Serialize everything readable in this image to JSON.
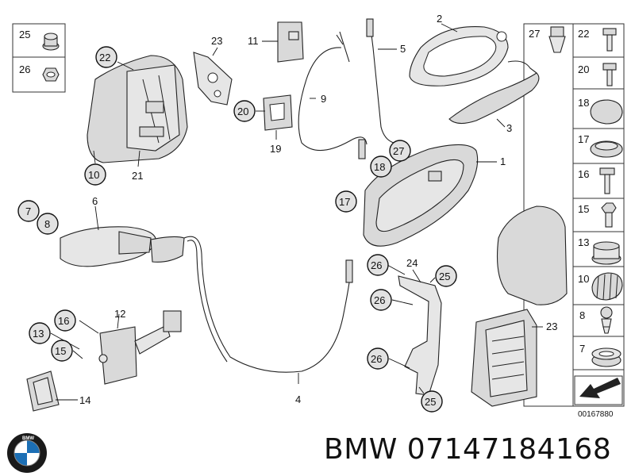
{
  "footer": {
    "brand_part_number": "BMW 07147184168",
    "reference_code": "00167880"
  },
  "logo": {
    "text": "BMW",
    "icon": "bmw-roundel-icon"
  },
  "callouts": [
    {
      "id": "c22a",
      "text": "22",
      "style": "circle"
    },
    {
      "id": "c10",
      "text": "10",
      "style": "circle"
    },
    {
      "id": "c21",
      "text": "21",
      "style": "plain"
    },
    {
      "id": "c23a",
      "text": "23",
      "style": "plain"
    },
    {
      "id": "c11",
      "text": "11",
      "style": "plain"
    },
    {
      "id": "c20a",
      "text": "20",
      "style": "circle"
    },
    {
      "id": "c19",
      "text": "19",
      "style": "plain"
    },
    {
      "id": "c9",
      "text": "9",
      "style": "plain"
    },
    {
      "id": "c5",
      "text": "5",
      "style": "plain"
    },
    {
      "id": "c2",
      "text": "2",
      "style": "plain"
    },
    {
      "id": "c3",
      "text": "3",
      "style": "plain"
    },
    {
      "id": "c1",
      "text": "1",
      "style": "plain"
    },
    {
      "id": "c27a",
      "text": "27",
      "style": "circle"
    },
    {
      "id": "c18a",
      "text": "18",
      "style": "circle"
    },
    {
      "id": "c17a",
      "text": "17",
      "style": "circle"
    },
    {
      "id": "c6",
      "text": "6",
      "style": "plain"
    },
    {
      "id": "c7a",
      "text": "7",
      "style": "circle"
    },
    {
      "id": "c8a",
      "text": "8",
      "style": "circle"
    },
    {
      "id": "c12",
      "text": "12",
      "style": "plain"
    },
    {
      "id": "c16a",
      "text": "16",
      "style": "circle"
    },
    {
      "id": "c13a",
      "text": "13",
      "style": "circle"
    },
    {
      "id": "c15a",
      "text": "15",
      "style": "circle"
    },
    {
      "id": "c14",
      "text": "14",
      "style": "plain"
    },
    {
      "id": "c4",
      "text": "4",
      "style": "plain"
    },
    {
      "id": "c26a",
      "text": "26",
      "style": "circle"
    },
    {
      "id": "c24",
      "text": "24",
      "style": "plain"
    },
    {
      "id": "c25a",
      "text": "25",
      "style": "circle"
    },
    {
      "id": "c26b",
      "text": "26",
      "style": "circle"
    },
    {
      "id": "c26c",
      "text": "26",
      "style": "circle"
    },
    {
      "id": "c25b",
      "text": "25",
      "style": "circle"
    },
    {
      "id": "c23b",
      "text": "23",
      "style": "plain"
    }
  ],
  "parts_panel_left": [
    {
      "text": "25",
      "item": "nut-flanged-icon"
    },
    {
      "text": "26",
      "item": "hex-nut-icon"
    }
  ],
  "parts_panel_right": [
    {
      "text": "27",
      "item": "clip-icon"
    },
    {
      "text": "22",
      "item": "bolt-icon"
    },
    {
      "text": "20",
      "item": "bolt-icon"
    },
    {
      "text": "18",
      "item": "grommet-icon"
    },
    {
      "text": "17",
      "item": "grommet-round-icon"
    },
    {
      "text": "16",
      "item": "bolt-icon"
    },
    {
      "text": "15",
      "item": "hex-bolt-icon"
    },
    {
      "text": "13",
      "item": "cap-icon"
    },
    {
      "text": "10",
      "item": "bellows-icon"
    },
    {
      "text": "8",
      "item": "screw-icon"
    },
    {
      "text": "7",
      "item": "plug-icon"
    }
  ]
}
